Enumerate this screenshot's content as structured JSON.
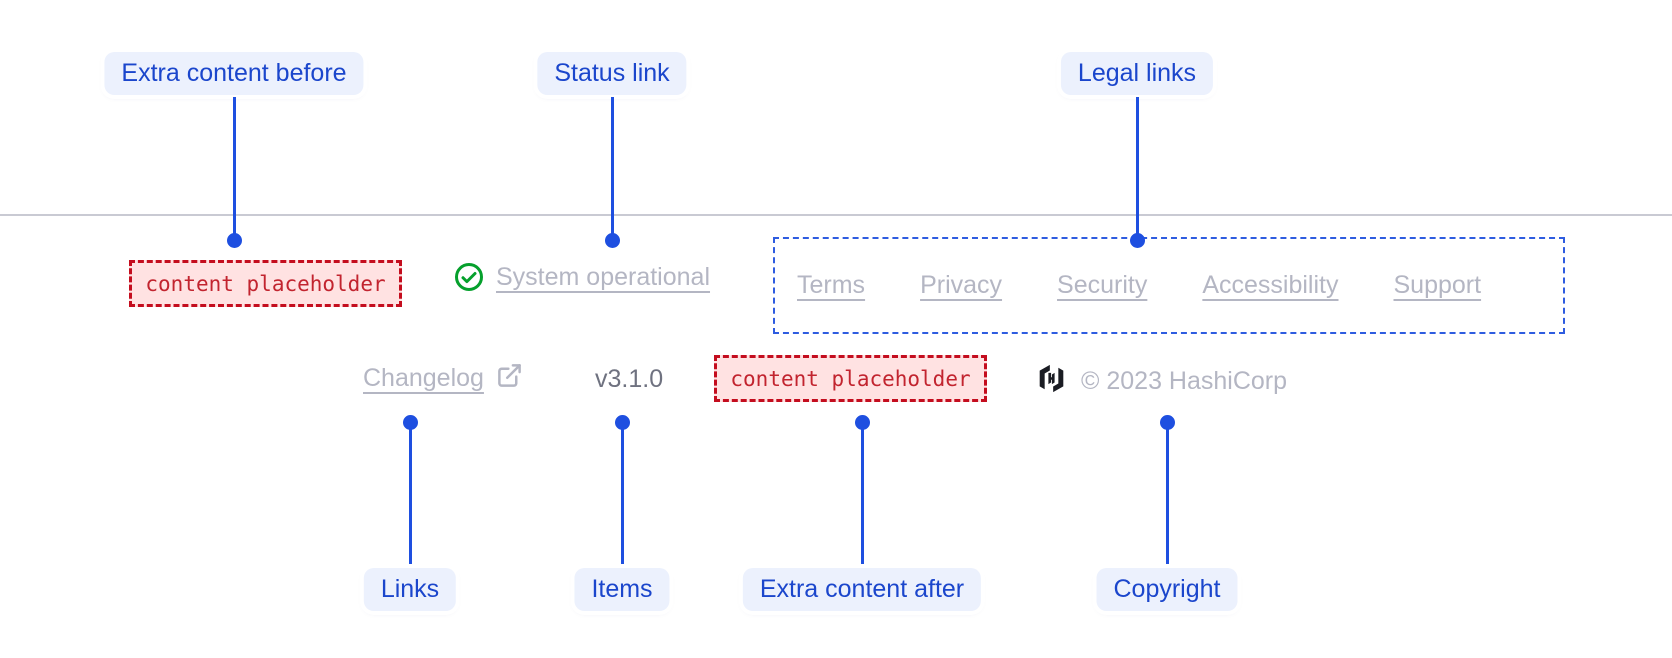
{
  "annotations": {
    "top": [
      {
        "label": "Extra content before"
      },
      {
        "label": "Status link"
      },
      {
        "label": "Legal links"
      }
    ],
    "bottom": [
      {
        "label": "Links"
      },
      {
        "label": "Items"
      },
      {
        "label": "Extra content after"
      },
      {
        "label": "Copyright"
      }
    ]
  },
  "footer": {
    "extra_content_before": "content placeholder",
    "status": {
      "label": "System operational",
      "icon": "check-circle-icon"
    },
    "legal_links": [
      "Terms",
      "Privacy",
      "Security",
      "Accessibility",
      "Support"
    ],
    "links": [
      {
        "label": "Changelog",
        "icon": "external-link-icon"
      }
    ],
    "version": "v3.1.0",
    "extra_content_after": "content placeholder",
    "brand": {
      "logo": "hashicorp-logo",
      "copyright": "© 2023 HashiCorp"
    }
  },
  "colors": {
    "annotation_blue": "#1e4fe0",
    "annotation_pill_bg": "#ecf1fd",
    "placeholder_red_text": "#c2242f",
    "placeholder_red_border": "#c40d1e",
    "placeholder_red_bg": "#ffe2e2",
    "legal_outline_blue": "#2e5ce0",
    "status_green": "#05a02c",
    "dimmed_text": "#b4b6c3",
    "divider_gray": "#c9cad3"
  }
}
